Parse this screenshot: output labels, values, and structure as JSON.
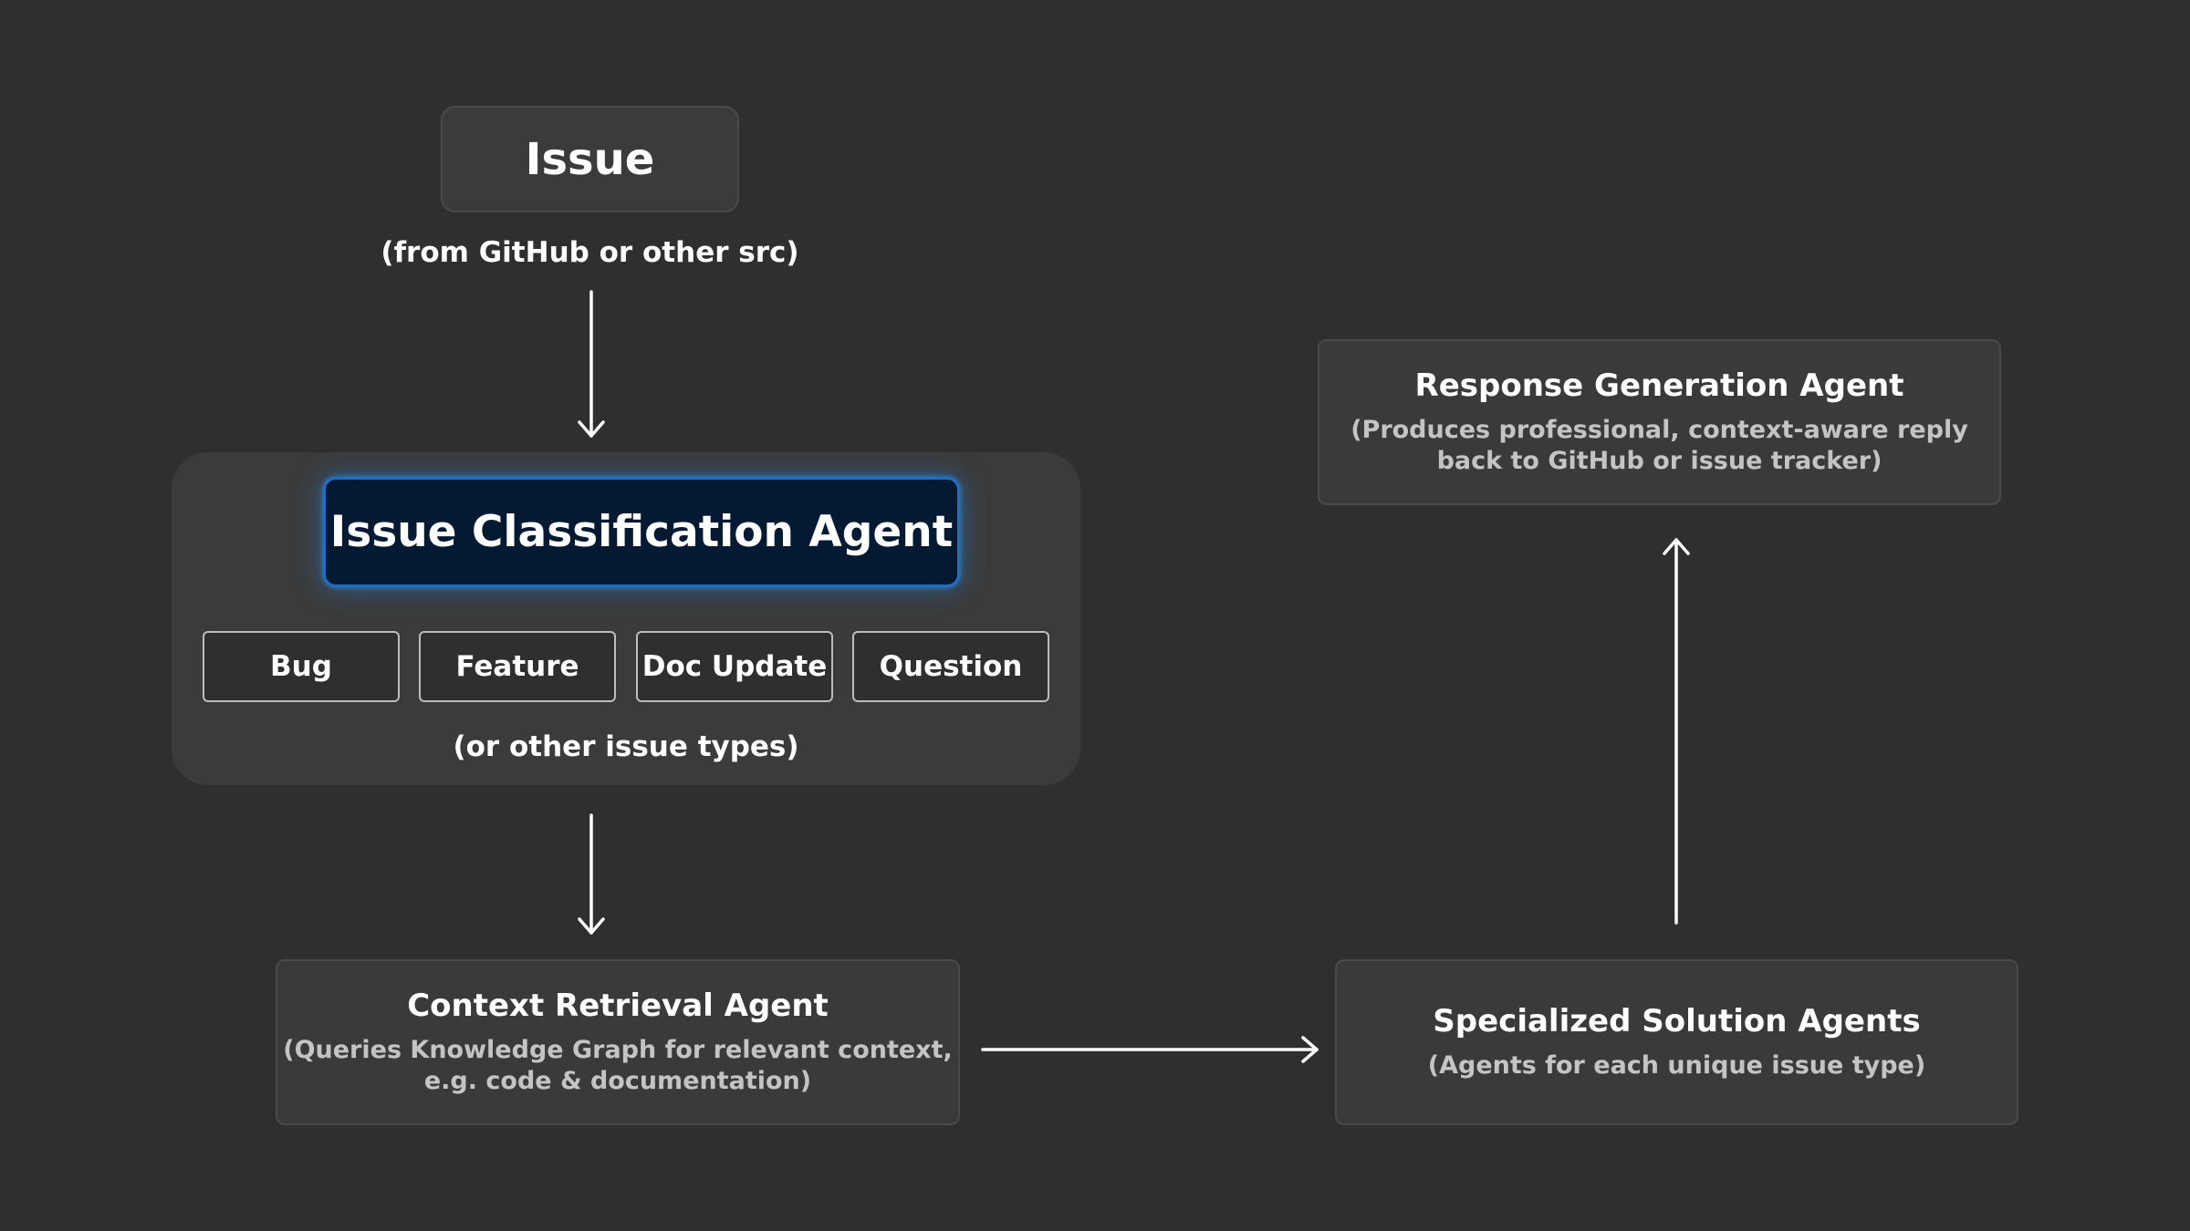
{
  "issue": {
    "title": "Issue",
    "source_caption": "(from GitHub or other src)"
  },
  "classification": {
    "title": "Issue Classification Agent",
    "types": [
      "Bug",
      "Feature",
      "Doc Update",
      "Question"
    ],
    "types_caption": "(or other issue types)"
  },
  "context_agent": {
    "title": "Context Retrieval Agent",
    "description_lines": [
      "(Queries Knowledge Graph for relevant context,",
      "e.g. code & documentation)"
    ]
  },
  "solution_agents": {
    "title": "Specialized Solution Agents",
    "description_lines": [
      "(Agents for each unique issue type)"
    ]
  },
  "response_agent": {
    "title": "Response Generation Agent",
    "description_lines": [
      "(Produces professional, context-aware reply",
      "back to GitHub or issue tracker)"
    ]
  },
  "colors": {
    "background": "#2f2f2f",
    "panel": "#3b3b3b",
    "accent_box": "#041a33",
    "accent_border": "#1e6fc4",
    "secondary_text": "#c4c4c4"
  },
  "icons": [
    "arrow-down-icon",
    "arrow-down-icon",
    "arrow-right-icon",
    "arrow-up-icon"
  ]
}
